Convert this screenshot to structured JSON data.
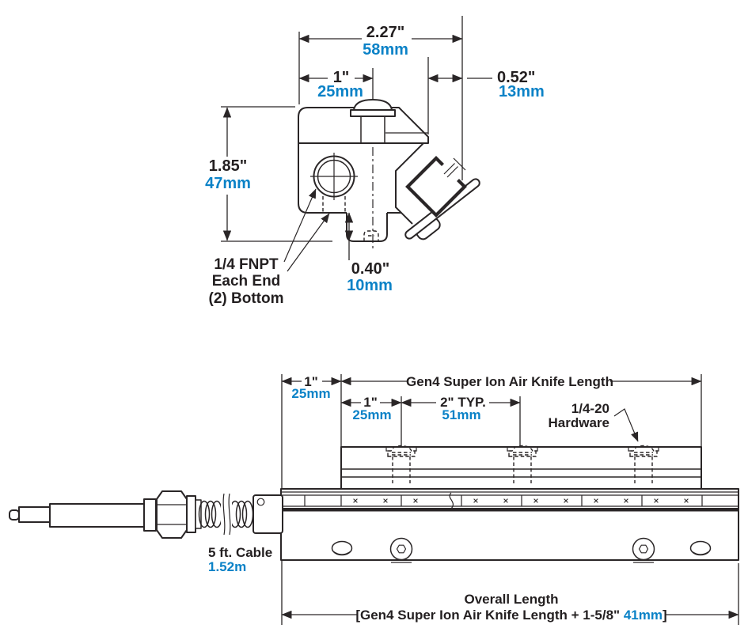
{
  "colors": {
    "line": "#2a2627",
    "accent_blue": "#0b82c7",
    "background": "#ffffff"
  },
  "top_view": {
    "dim_width": {
      "inches": "2.27\"",
      "mm": "58mm"
    },
    "dim_left_offset": {
      "inches": "1\"",
      "mm": "25mm"
    },
    "dim_right_offset": {
      "inches": "0.52\"",
      "mm": "13mm"
    },
    "dim_height": {
      "inches": "1.85\"",
      "mm": "47mm"
    },
    "dim_lip": {
      "inches": "0.40\"",
      "mm": "10mm"
    },
    "port_note": {
      "line1": "1/4 FNPT",
      "line2": "Each End",
      "line3": "(2) Bottom"
    }
  },
  "side_view": {
    "dim_end_offset": {
      "inches": "1\"",
      "mm": "25mm"
    },
    "knife_length_label": "Gen4 Super Ion Air Knife Length",
    "dim_first_hole": {
      "inches": "1\"",
      "mm": "25mm"
    },
    "dim_hole_spacing": {
      "inches": "2\" TYP.",
      "mm": "51mm"
    },
    "hardware_note": {
      "line1": "1/4-20",
      "line2": "Hardware"
    },
    "cable_note": {
      "line1": "5 ft. Cable",
      "line2": "1.52m"
    },
    "overall_length": {
      "line1": "Overall Length",
      "line2_prefix": "[Gen4 Super Ion Air Knife Length + 1-5/8\" ",
      "line2_mm": "41mm",
      "line2_suffix": "]"
    }
  }
}
